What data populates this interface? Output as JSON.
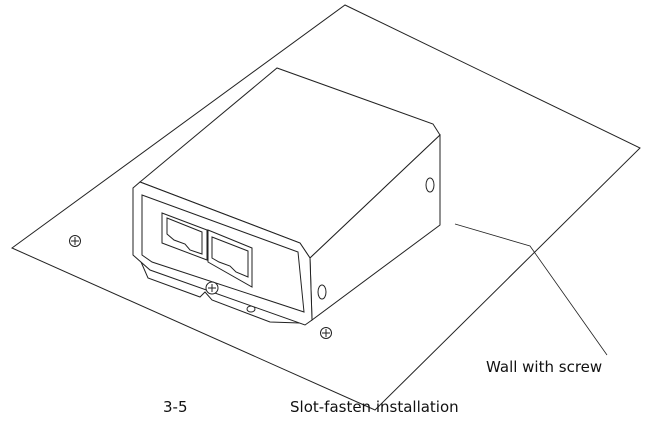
{
  "callout": "Wall with screw",
  "caption": {
    "number": "3-5",
    "title": "Slot-fasten installation"
  }
}
